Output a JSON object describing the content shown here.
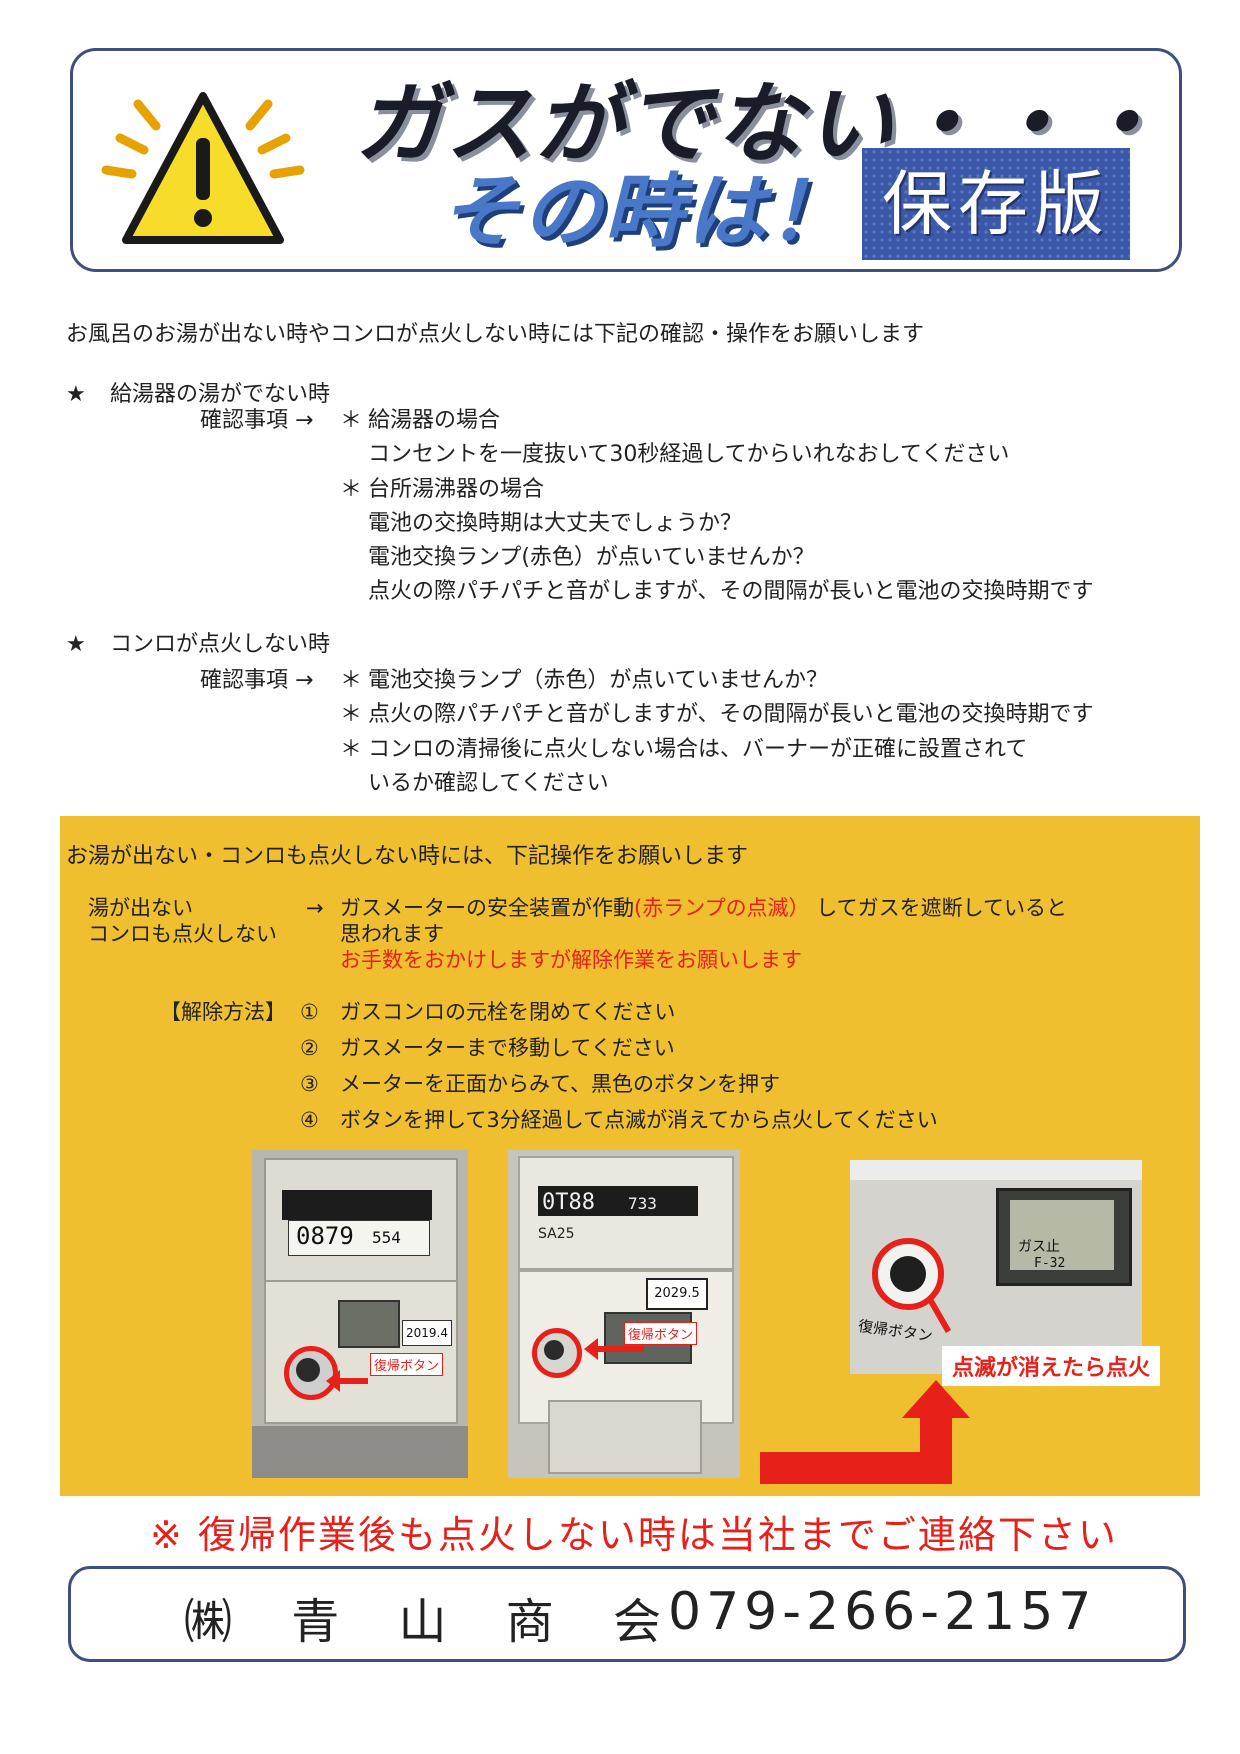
{
  "header": {
    "title_line1": "ガスがでない・・・",
    "title_line2": "その時は！",
    "badge": "保存版"
  },
  "intro": "お風呂のお湯が出ない時やコンロが点火しない時には下記の確認・操作をお願いします",
  "section1": {
    "star": "★",
    "title": "給湯器の湯がでない時",
    "check_label": "確認事項 →",
    "lines": [
      {
        "mark": "＊",
        "text": "給湯器の場合"
      },
      {
        "mark": "",
        "text": "コンセントを一度抜いて30秒経過してからいれなおしてください"
      },
      {
        "mark": "＊",
        "text": "台所湯沸器の場合"
      },
      {
        "mark": "",
        "text": "電池の交換時期は大丈夫でしょうか？"
      },
      {
        "mark": "",
        "text": "電池交換ランプ(赤色）が点いていませんか？"
      },
      {
        "mark": "",
        "text": "点火の際パチパチと音がしますが、その間隔が長いと電池の交換時期です"
      }
    ]
  },
  "section2": {
    "star": "★",
    "title": "コンロが点火しない時",
    "check_label": "確認事項 →",
    "lines": [
      {
        "mark": "＊",
        "text": "電池交換ランプ（赤色）が点いていませんか？"
      },
      {
        "mark": "＊",
        "text": "点火の際パチパチと音がしますが、その間隔が長いと電池の交換時期です"
      },
      {
        "mark": "＊",
        "text": "コンロの清掃後に点火しない場合は、バーナーが正確に設置されて"
      },
      {
        "mark": "",
        "text": "いるか確認してください"
      }
    ]
  },
  "panel": {
    "heading": "お湯が出ない・コンロも点火しない時には、下記操作をお願いします",
    "cond1": "湯が出ない",
    "cond2": "コンロも点火しない",
    "arrow": "→",
    "result_a": "ガスメーターの安全装置が作動",
    "result_red": "(赤ランプの点滅）",
    "result_b": "してガスを遮断していると",
    "result_line2": "思われます",
    "request": "お手数をおかけしますが解除作業をお願いします",
    "method_label": "【解除方法】",
    "steps": [
      {
        "num": "①",
        "text": "ガスコンロの元栓を閉めてください"
      },
      {
        "num": "②",
        "text": "ガスメーターまで移動してください"
      },
      {
        "num": "③",
        "text": "メーターを正面からみて、黒色のボタンを押す"
      },
      {
        "num": "④",
        "text": "ボタンを押して3分経過して点滅が消えてから点火してください"
      }
    ],
    "photo1": {
      "counter": "0879",
      "counter_small": "554",
      "year": "2019.4",
      "label": "復帰ボタン"
    },
    "photo2": {
      "counter": "0T88",
      "counter_small": "733",
      "model": "SA25",
      "year": "2029.5",
      "label": "復帰ボタン"
    },
    "photo3": {
      "display": "ガス止",
      "code": "F-32",
      "button_text": "復帰ボタン",
      "callout": "点滅が消えたら点火"
    }
  },
  "final_note": "※ 復帰作業後も点火しない時は当社までご連絡下さい",
  "footer": {
    "company": "㈱ 青 山 商 会",
    "phone": "079-266-2157"
  },
  "colors": {
    "accent_blue": "#3b57a8",
    "panel_yellow": "#f0bf30",
    "alert_red": "#e8201a",
    "border_navy": "#3d4f7f"
  }
}
